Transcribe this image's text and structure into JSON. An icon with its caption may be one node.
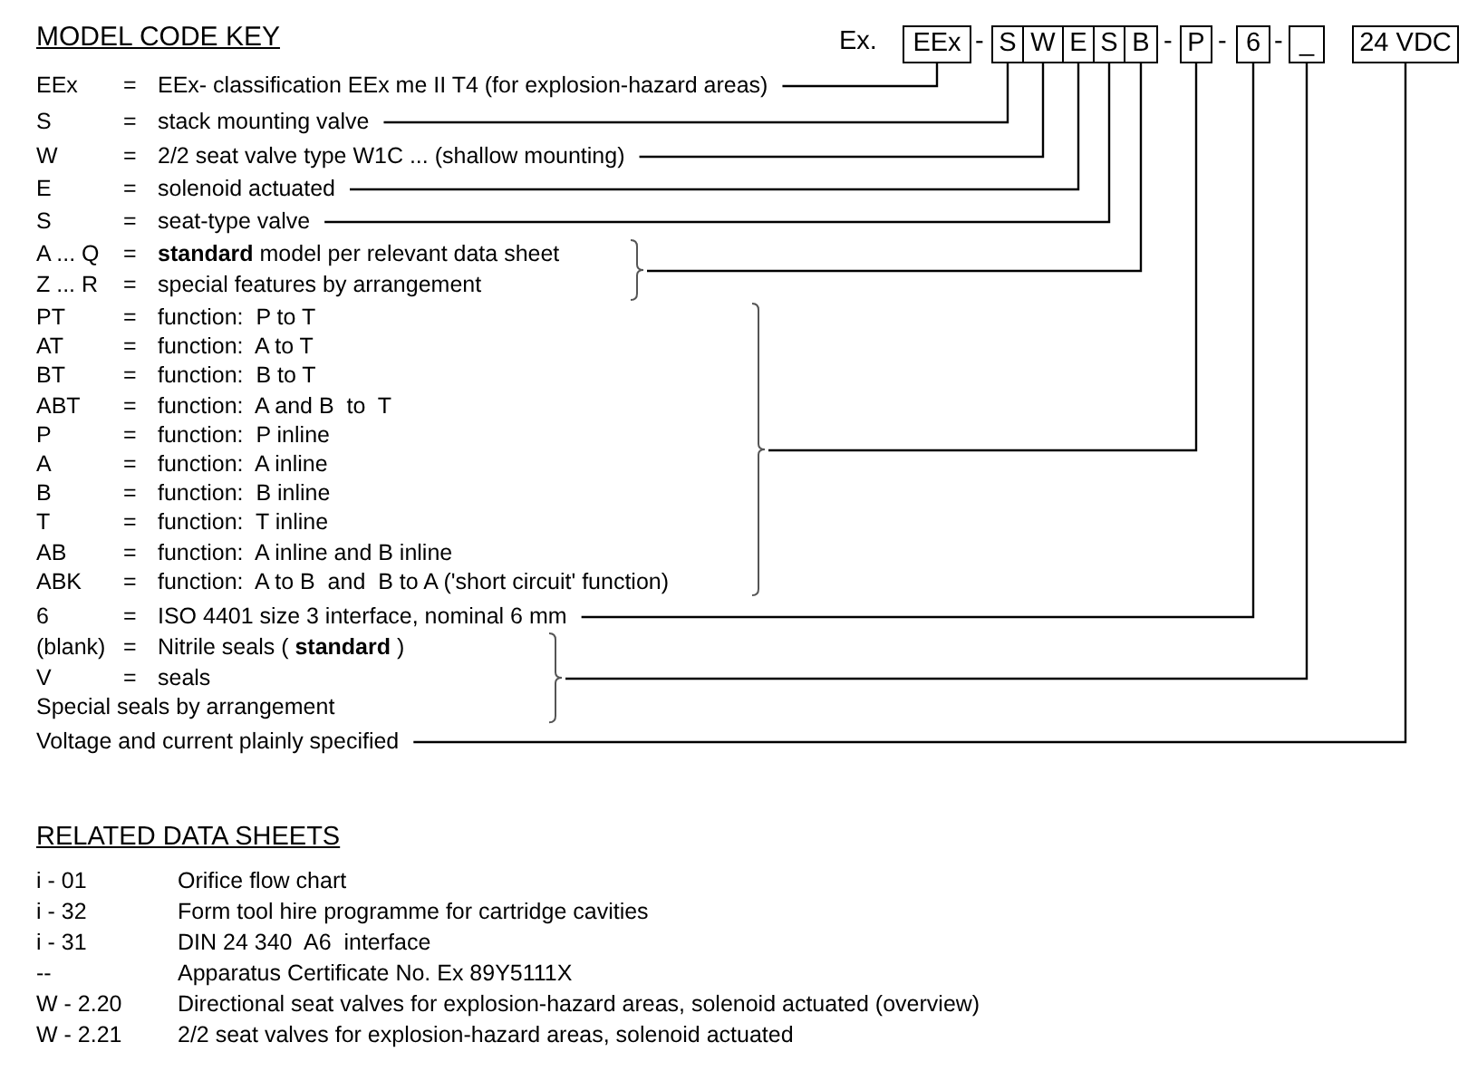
{
  "diagram": {
    "title": "MODEL CODE KEY",
    "nodes": [
      {
        "text": [
          "EEx"
        ]
      },
      {
        "text": [
          "S"
        ]
      },
      {
        "text": [
          "W"
        ]
      },
      {
        "text": [
          "E"
        ]
      },
      {
        "text": [
          "S"
        ]
      },
      {
        "text": [
          "B"
        ]
      },
      {
        "text": [
          "P"
        ]
      },
      {
        "text": [
          "6"
        ]
      },
      {
        "text": [
          "_"
        ]
      },
      {
        "text": [
          "24 VDC"
        ]
      },
      {
        "text": [
          "EEx",
          "=",
          "EEx- classification EEx me II T4 (for explosion-hazard areas)"
        ]
      },
      {
        "text": [
          "S",
          "=",
          "stack mounting valve"
        ]
      },
      {
        "text": [
          "W",
          "=",
          "2/2 seat valve type W1C ... (shallow mounting)"
        ]
      },
      {
        "text": [
          "E",
          "=",
          "solenoid actuated"
        ]
      },
      {
        "text": [
          "S",
          "=",
          "seat-type valve"
        ]
      },
      {
        "text": [
          "A ... Q",
          "=",
          "**standard** model per relevant data sheet",
          "Z ... R",
          "=",
          "special features by arrangement"
        ]
      },
      {
        "text": [
          "PT",
          "=",
          "function:  P to T",
          "AT",
          "=",
          "function:  A to T",
          "BT",
          "=",
          "function:  B to T",
          "ABT",
          "=",
          "function:  A and B  to  T",
          "P",
          "=",
          "function:  P inline",
          "A",
          "=",
          "function:  A inline",
          "B",
          "=",
          "function:  B inline",
          "T",
          "=",
          "function:  T inline",
          "AB",
          "=",
          "function:  A inline and B inline",
          "ABK",
          "=",
          "function:  A to B  and  B to A ('short circuit' function)"
        ]
      },
      {
        "text": [
          "6",
          "=",
          "ISO 4401 size 3 interface, nominal 6 mm"
        ]
      },
      {
        "text": [
          "(blank)",
          "=",
          "Nitrile seals ( **standard** )",
          "V",
          "=",
          "seals",
          "Special seals by arrangement"
        ]
      },
      {
        "text": [
          "Voltage and current plainly specified"
        ]
      }
    ],
    "edges": [
      {
        "from": 10,
        "to": 0,
        "arrow": "none"
      },
      {
        "from": 11,
        "to": 1,
        "arrow": "none"
      },
      {
        "from": 12,
        "to": 2,
        "arrow": "none"
      },
      {
        "from": 13,
        "to": 3,
        "arrow": "none"
      },
      {
        "from": 14,
        "to": 4,
        "arrow": "none"
      },
      {
        "from": 15,
        "to": 5,
        "arrow": "none"
      },
      {
        "from": 16,
        "to": 6,
        "arrow": "none"
      },
      {
        "from": 17,
        "to": 7,
        "arrow": "none"
      },
      {
        "from": 18,
        "to": 8,
        "arrow": "none"
      },
      {
        "from": 19,
        "to": 9,
        "arrow": "none"
      }
    ],
    "labels": [
      "Ex.",
      "-",
      "-",
      "-",
      "-",
      "RELATED DATA SHEETS",
      "i - 01",
      "Orifice flow chart",
      "i - 32",
      "Form tool hire programme for cartridge cavities",
      "i - 31",
      "DIN 24 340  A6  interface",
      "--",
      "Apparatus Certificate No. Ex 89Y5111X",
      "W - 2.20",
      "Directional seat valves for explosion-hazard areas, solenoid actuated (overview)",
      "W - 2.21",
      "2/2 seat valves for explosion-hazard areas, solenoid actuated"
    ]
  }
}
